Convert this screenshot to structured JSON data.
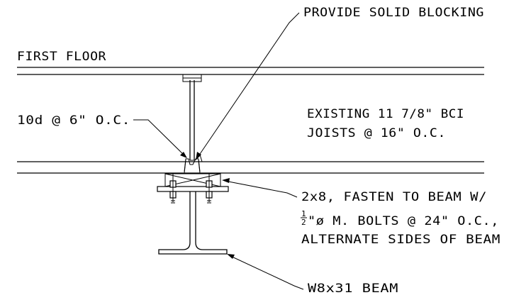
{
  "labels": {
    "blocking": "PROVIDE SOLID BLOCKING",
    "first_floor": "FIRST FLOOR",
    "nailing": "10d @ 6\" O.C.",
    "joists_line1": "EXISTING 11 7/8\" BCI",
    "joists_line2": "JOISTS @ 16\" O.C.",
    "nailer_line1": "2x8, FASTEN TO BEAM W/",
    "nailer_line2_fraction_num": "1",
    "nailer_line2_fraction_den": "2",
    "nailer_line2_rest": "\"ø M. BOLTS @ 24\" O.C.,",
    "nailer_line3": "ALTERNATE SIDES OF BEAM",
    "beam": "W8x31 BEAM"
  },
  "colors": {
    "line": "#000000",
    "background": "#ffffff"
  }
}
